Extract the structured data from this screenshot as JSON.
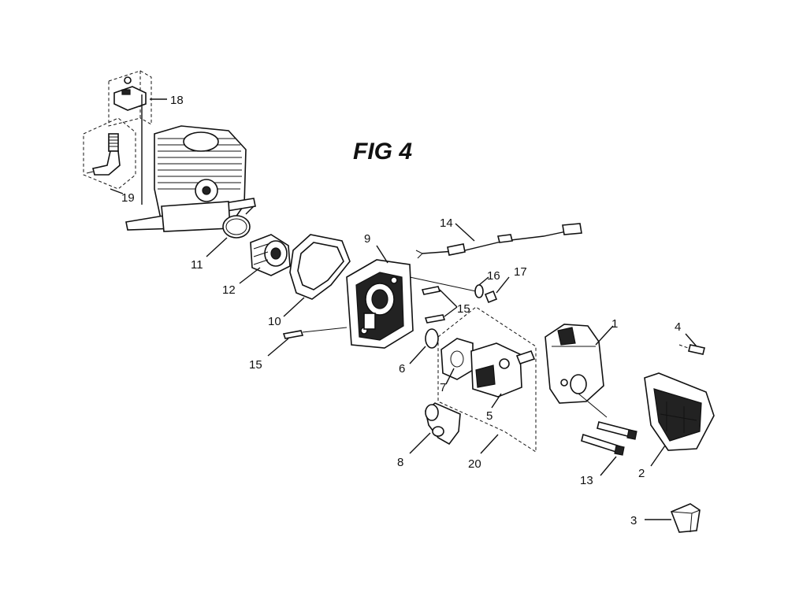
{
  "title": "FIG 4",
  "callouts": {
    "c1": "1",
    "c2": "2",
    "c3": "3",
    "c4": "4",
    "c5": "5",
    "c6": "6",
    "c7": "7",
    "c8": "8",
    "c9": "9",
    "c10": "10",
    "c11": "11",
    "c12": "12",
    "c13": "13",
    "c14": "14",
    "c15a": "15",
    "c15b": "15",
    "c16": "16",
    "c17": "17",
    "c18": "18",
    "c19": "19",
    "c20": "20"
  }
}
